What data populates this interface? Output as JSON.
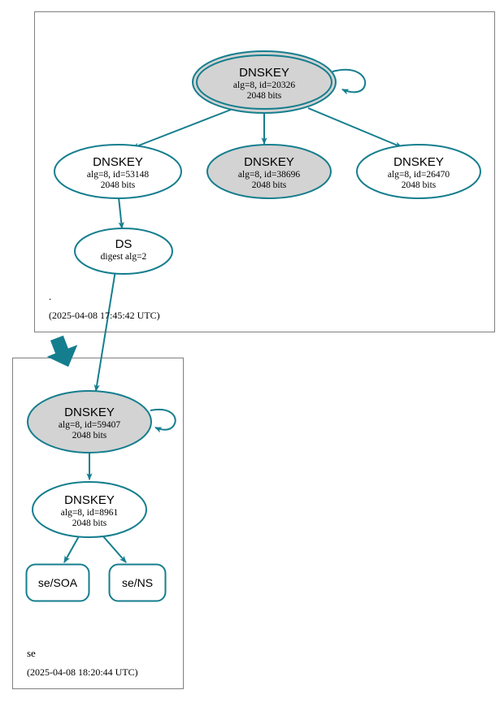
{
  "diagram": {
    "kind": "dnssec-chain-of-trust",
    "colors": {
      "edge": "#157e8e",
      "node_stroke": "#157e8e",
      "secure_fill": "#d3d3d3",
      "plain_fill": "#ffffff",
      "cluster_border": "#808080",
      "text": "#000000"
    }
  },
  "zones": [
    {
      "id": "root",
      "name": ".",
      "timestamp": "(2025-04-08 17:45:42 UTC)"
    },
    {
      "id": "se",
      "name": "se",
      "timestamp": "(2025-04-08 18:20:44 UTC)"
    }
  ],
  "nodes": {
    "root_ksk": {
      "type": "DNSKEY",
      "title": "DNSKEY",
      "line2": "alg=8, id=20326",
      "line3": "2048 bits",
      "alg": "8",
      "key_id": "20326",
      "key_size": "2048 bits",
      "role": "ksk",
      "shape": "doubleellipse",
      "fill": "#d3d3d3"
    },
    "root_zsk_53148": {
      "type": "DNSKEY",
      "title": "DNSKEY",
      "line2": "alg=8, id=53148",
      "line3": "2048 bits",
      "alg": "8",
      "key_id": "53148",
      "key_size": "2048 bits",
      "role": "zsk",
      "shape": "ellipse",
      "fill": "#ffffff"
    },
    "root_zsk_38696": {
      "type": "DNSKEY",
      "title": "DNSKEY",
      "line2": "alg=8, id=38696",
      "line3": "2048 bits",
      "alg": "8",
      "key_id": "38696",
      "key_size": "2048 bits",
      "role": "zsk",
      "shape": "ellipse",
      "fill": "#d3d3d3"
    },
    "root_zsk_26470": {
      "type": "DNSKEY",
      "title": "DNSKEY",
      "line2": "alg=8, id=26470",
      "line3": "2048 bits",
      "alg": "8",
      "key_id": "26470",
      "key_size": "2048 bits",
      "role": "zsk",
      "shape": "ellipse",
      "fill": "#ffffff"
    },
    "ds_se": {
      "type": "DS",
      "title": "DS",
      "line2": "digest alg=2",
      "digest_alg": "2",
      "shape": "ellipse",
      "fill": "#ffffff"
    },
    "se_ksk": {
      "type": "DNSKEY",
      "title": "DNSKEY",
      "line2": "alg=8, id=59407",
      "line3": "2048 bits",
      "alg": "8",
      "key_id": "59407",
      "key_size": "2048 bits",
      "role": "ksk",
      "shape": "ellipse",
      "fill": "#d3d3d3"
    },
    "se_zsk": {
      "type": "DNSKEY",
      "title": "DNSKEY",
      "line2": "alg=8, id=8961",
      "line3": "2048 bits",
      "alg": "8",
      "key_id": "8961",
      "key_size": "2048 bits",
      "role": "zsk",
      "shape": "ellipse",
      "fill": "#ffffff"
    },
    "se_soa": {
      "type": "RRset",
      "title": "se/SOA",
      "shape": "box-rounded",
      "fill": "#ffffff"
    },
    "se_ns": {
      "type": "RRset",
      "title": "se/NS",
      "shape": "box-rounded",
      "fill": "#ffffff"
    }
  },
  "edges": [
    {
      "from": "root_ksk",
      "to": "root_ksk",
      "style": "self-loop"
    },
    {
      "from": "root_ksk",
      "to": "root_zsk_53148",
      "style": "solid"
    },
    {
      "from": "root_ksk",
      "to": "root_zsk_38696",
      "style": "solid"
    },
    {
      "from": "root_ksk",
      "to": "root_zsk_26470",
      "style": "solid"
    },
    {
      "from": "root_zsk_53148",
      "to": "ds_se",
      "style": "solid"
    },
    {
      "from": "ds_se",
      "to": "se_ksk",
      "style": "solid"
    },
    {
      "from": "root",
      "to": "se",
      "style": "delegation-thick"
    },
    {
      "from": "se_ksk",
      "to": "se_ksk",
      "style": "self-loop"
    },
    {
      "from": "se_ksk",
      "to": "se_zsk",
      "style": "solid"
    },
    {
      "from": "se_zsk",
      "to": "se_soa",
      "style": "solid"
    },
    {
      "from": "se_zsk",
      "to": "se_ns",
      "style": "solid"
    }
  ]
}
